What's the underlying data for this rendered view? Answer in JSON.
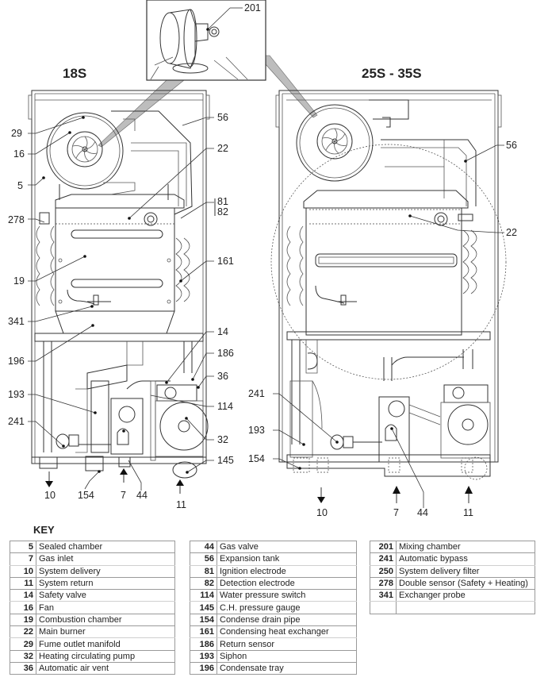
{
  "diagram": {
    "views": [
      {
        "title": "18S"
      },
      {
        "title": "25S - 35S"
      }
    ],
    "inset_callouts": [
      "201"
    ],
    "view_18s_callouts": {
      "c29": "29",
      "c16": "16",
      "c5": "5",
      "c278": "278",
      "c19": "19",
      "c341": "341",
      "c196": "196",
      "c193": "193",
      "c241": "241",
      "c10": "10",
      "c154": "154",
      "c7": "7",
      "c44": "44",
      "c11": "11",
      "c56": "56",
      "c22": "22",
      "c81": "81",
      "c82": "82",
      "c161": "161",
      "c14": "14",
      "c186": "186",
      "c36": "36",
      "c114": "114",
      "c32": "32",
      "c145": "145"
    },
    "view_25s_callouts": {
      "c56": "56",
      "c22": "22",
      "c241": "241",
      "c193": "193",
      "c154": "154",
      "c10": "10",
      "c7": "7",
      "c44": "44",
      "c11": "11"
    }
  },
  "key": {
    "title": "KEY",
    "columns": [
      [
        {
          "num": "5",
          "label": "Sealed chamber"
        },
        {
          "num": "7",
          "label": "Gas inlet"
        },
        {
          "num": "10",
          "label": "System delivery"
        },
        {
          "num": "11",
          "label": "System return"
        },
        {
          "num": "14",
          "label": "Safety valve"
        },
        {
          "num": "16",
          "label": "Fan"
        },
        {
          "num": "19",
          "label": "Combustion chamber"
        },
        {
          "num": "22",
          "label": "Main burner"
        },
        {
          "num": "29",
          "label": "Fume outlet manifold"
        },
        {
          "num": "32",
          "label": "Heating circulating pump"
        },
        {
          "num": "36",
          "label": "Automatic air vent"
        }
      ],
      [
        {
          "num": "44",
          "label": "Gas valve"
        },
        {
          "num": "56",
          "label": "Expansion tank"
        },
        {
          "num": "81",
          "label": "Ignition electrode"
        },
        {
          "num": "82",
          "label": "Detection electrode"
        },
        {
          "num": "114",
          "label": "Water pressure switch"
        },
        {
          "num": "145",
          "label": "C.H. pressure gauge"
        },
        {
          "num": "154",
          "label": "Condense drain pipe"
        },
        {
          "num": "161",
          "label": "Condensing heat exchanger"
        },
        {
          "num": "186",
          "label": "Return sensor"
        },
        {
          "num": "193",
          "label": "Siphon"
        },
        {
          "num": "196",
          "label": "Condensate tray"
        }
      ],
      [
        {
          "num": "201",
          "label": "Mixing chamber"
        },
        {
          "num": "241",
          "label": "Automatic bypass"
        },
        {
          "num": "250",
          "label": "System delivery filter"
        },
        {
          "num": "278",
          "label": "Double sensor (Safety + Heating)"
        },
        {
          "num": "341",
          "label": "Exchanger probe"
        },
        {
          "num": "",
          "label": ""
        }
      ]
    ]
  }
}
